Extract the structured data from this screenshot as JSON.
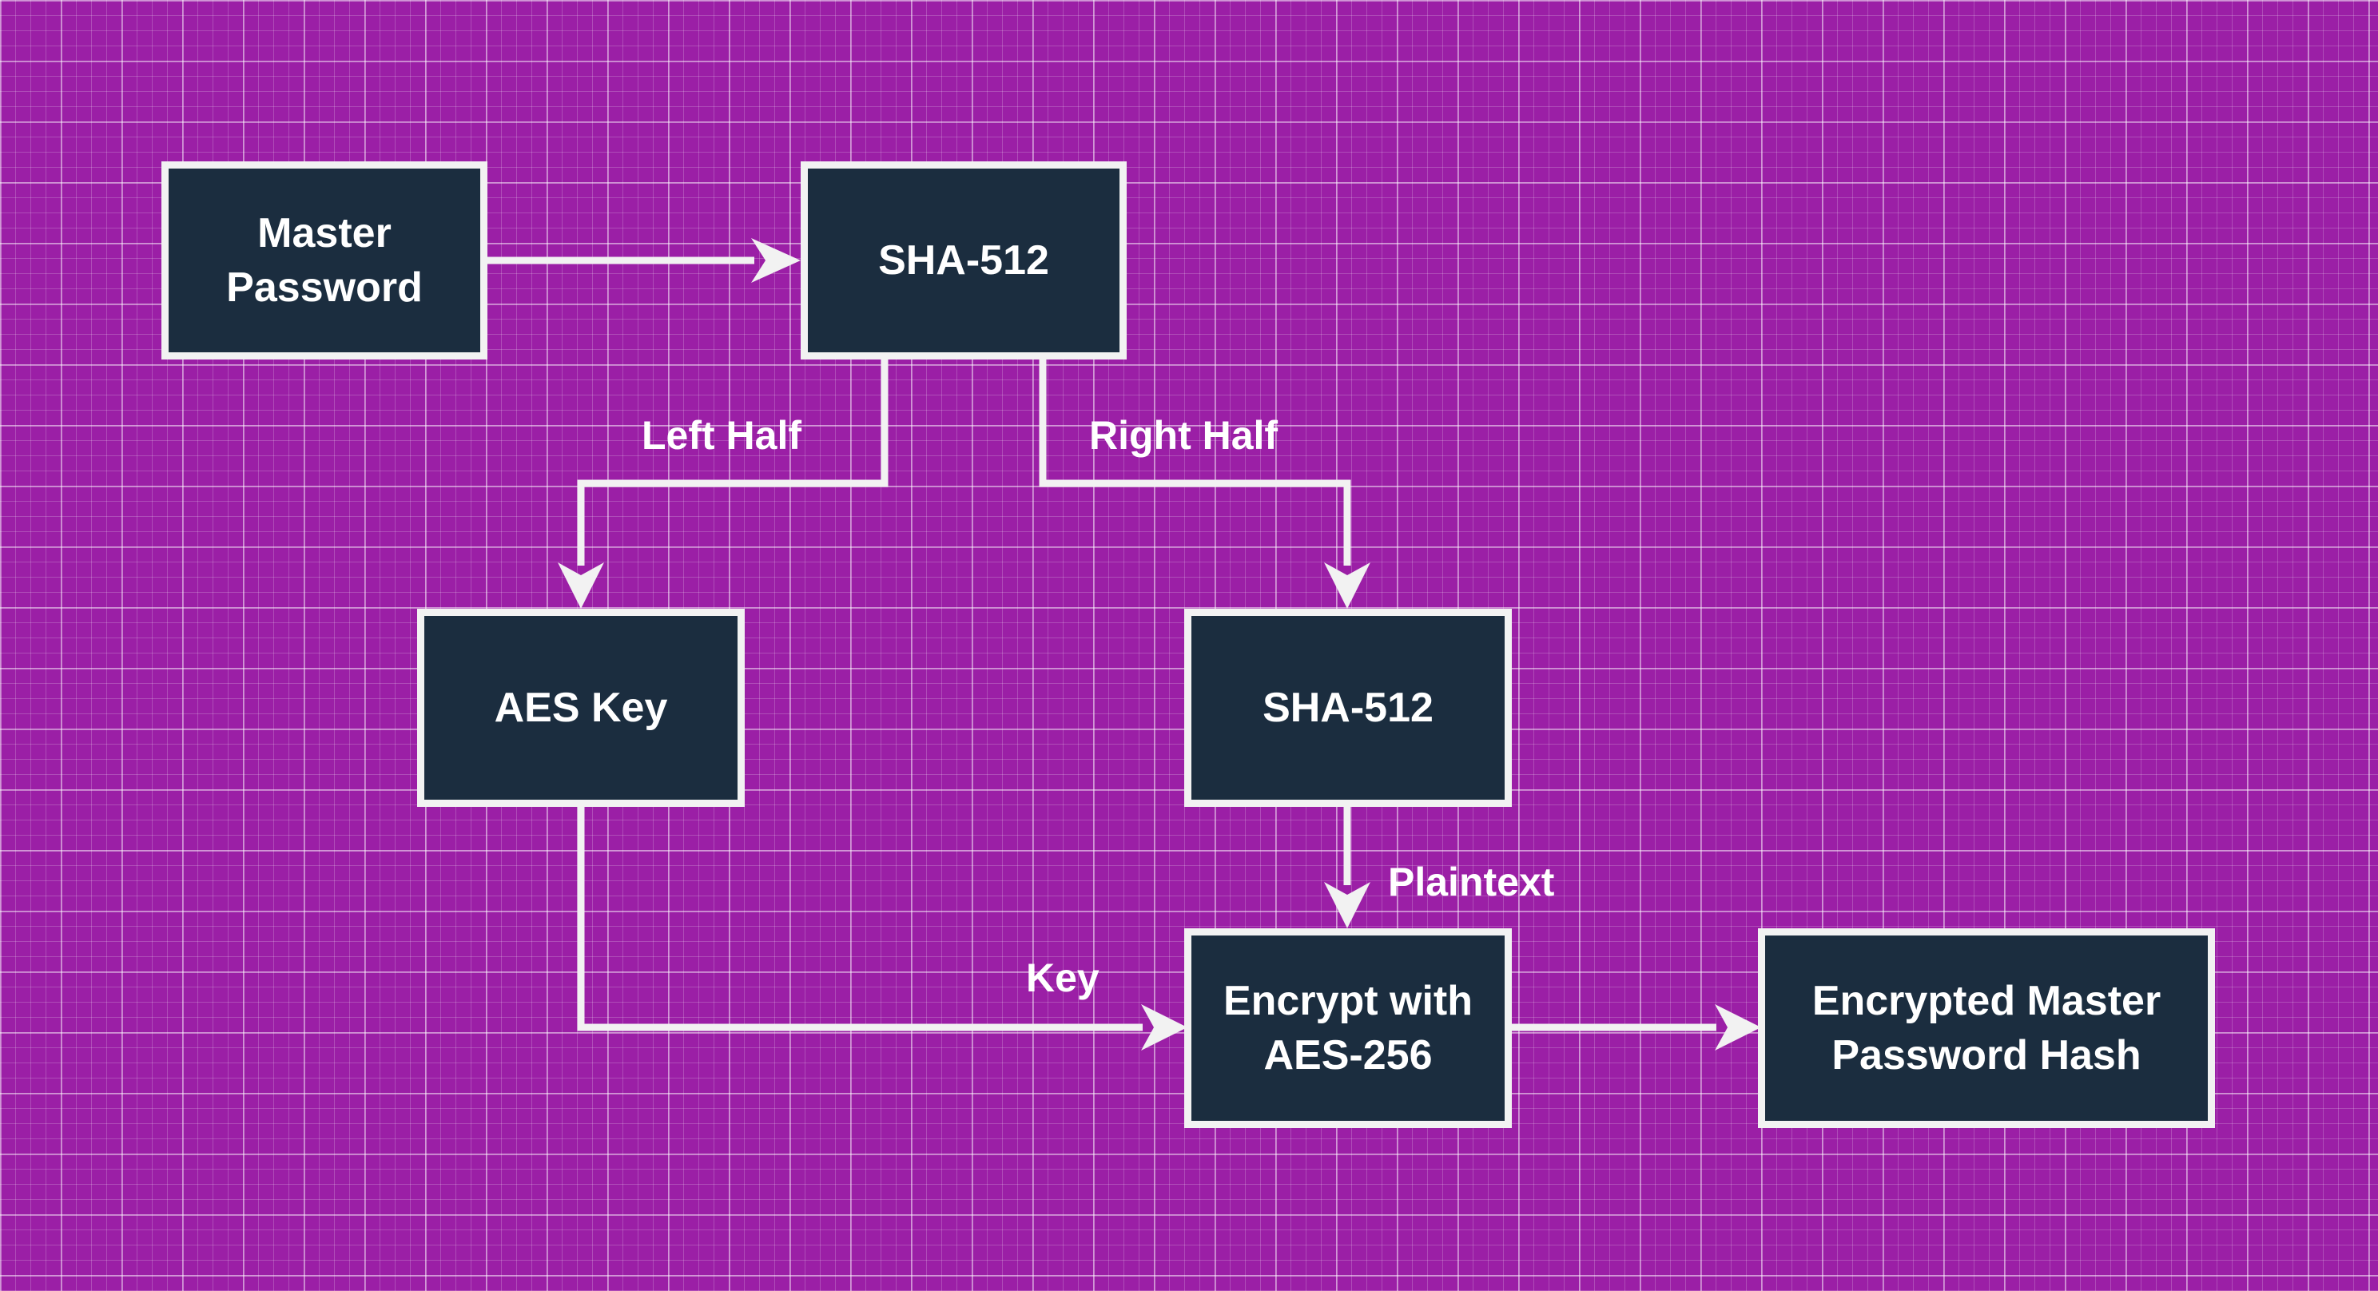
{
  "diagram": {
    "nodes": {
      "master_password": "Master Password",
      "sha512_first": "SHA-512",
      "aes_key": "AES Key",
      "sha512_second": "SHA-512",
      "encrypt": "Encrypt with AES-256",
      "output": "Encrypted Master Password Hash"
    },
    "edge_labels": {
      "left_half": "Left Half",
      "right_half": "Right Half",
      "plaintext": "Plaintext",
      "key": "Key"
    }
  },
  "colors": {
    "background": "#9b1fa6",
    "node_fill": "#1b2d3f",
    "node_border": "#f2f2f2",
    "edge": "#f2f2f2",
    "text": "#ffffff"
  }
}
